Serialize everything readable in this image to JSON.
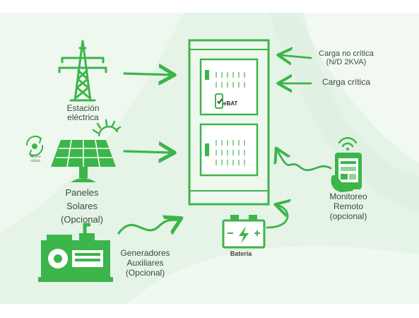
{
  "colors": {
    "accent": "#3cb54a",
    "accent_light": "#8fd39a",
    "cabinet_fill": "#eef8ef",
    "background_tint": "#e6f4e8",
    "text": "#3a4a3a"
  },
  "labels": {
    "estacion": [
      "Estación",
      "eléctrica"
    ],
    "paneles": [
      "Paneles",
      "Solares",
      "(Opcional)"
    ],
    "ahorro": [
      "Ahorro",
      "cíclico"
    ],
    "generadores": [
      "Generadores",
      "Auxiliares",
      "(Opcional)"
    ],
    "bateria": "Batería",
    "carga_no_critica": [
      "Carga no crítica",
      "(N/D 2KVA)"
    ],
    "carga_critica": "Carga crítica",
    "monitoreo": [
      "Monitoreo",
      "Remoto",
      "(opcional)"
    ],
    "brand": "eBAT"
  },
  "icons": {
    "tower": "transmission-tower-icon",
    "solar": "solar-panel-icon",
    "sun": "sun-icon",
    "recycle": "recycle-icon",
    "generator": "generator-icon",
    "battery": "battery-icon",
    "phone": "smartphone-icon",
    "wifi": "wifi-signal-icon",
    "cabinet": "ebat-cabinet-icon"
  }
}
